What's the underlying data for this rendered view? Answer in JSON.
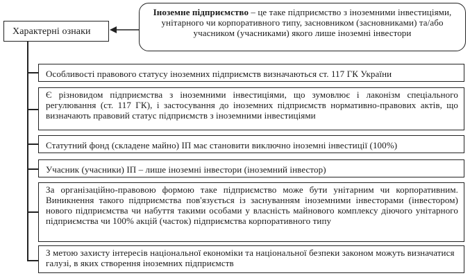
{
  "label_box": {
    "text": "Характерні ознаки"
  },
  "definition": {
    "term": "Іноземне підприємство",
    "text": " – це таке підприємство з іноземними інвестиціями, унітарного чи корпоративного типу, засновником (засновниками) та/або учасником (учасниками) якого лише іноземні інвестори"
  },
  "features": [
    {
      "text": "Особливості правового статусу іноземних підприємств визначаються ст. 117 ГК України"
    },
    {
      "text": "Є різновидом підприємства з іноземними інвестиціями, що зумовлює і лаконізм спеціального регулювання (ст. 117 ГК), і застосування до іноземних підприємств нормативно-правових актів, що визначають правовий статус підприємств з іноземними інвестиціями"
    },
    {
      "text": "Статутний фонд (складене майно) ІП має становити виключно іноземні інвестиції (100%)"
    },
    {
      "text": "Учасник (учасники) ІП – лише іноземні інвестори (іноземний інвестор)"
    },
    {
      "text": "За організаційно-правовою формою таке підприємство може бути унітарним чи корпоративним. Виникнення такого підприємства пов'язується із заснуванням іноземними інвесторами (інвестором) нового підприємства чи набуття такими особами у власність майнового комплексу діючого унітарного підприємства чи 100% акцій (часток) підприємства корпоративного типу"
    },
    {
      "text": "З метою захисту інтересів національної економіки та національної безпеки законом можуть визначатися галузі, в яких створення іноземних підприємств"
    }
  ]
}
